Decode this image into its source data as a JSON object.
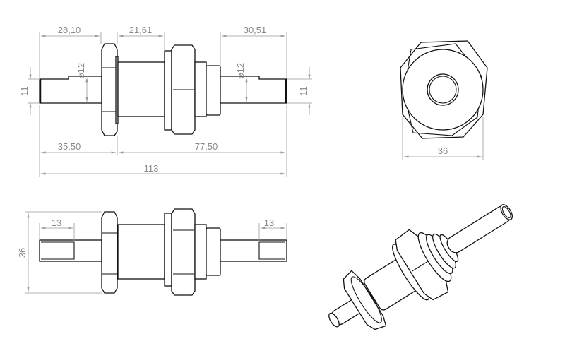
{
  "drawing": {
    "top_view": {
      "dims": {
        "left_shaft_length": "28,10",
        "body_length": "21,61",
        "right_shaft_length": "30,51",
        "left_dia": "⌀12",
        "right_dia": "⌀12",
        "left_flat": "11",
        "right_flat": "11",
        "left_to_nut": "35,50",
        "nut_to_end": "77,50",
        "overall": "113"
      }
    },
    "end_view": {
      "dims": {
        "hex_width": "36"
      }
    },
    "side_view": {
      "dims": {
        "left_slot": "13",
        "right_slot": "13",
        "height": "36"
      }
    }
  }
}
